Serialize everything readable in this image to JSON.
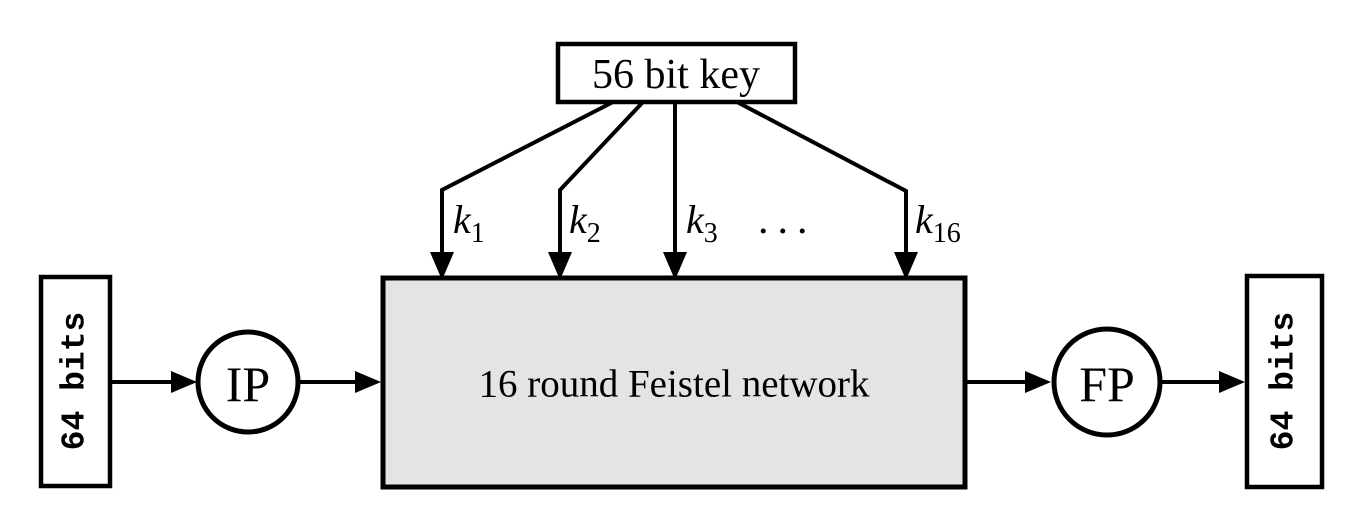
{
  "colors": {
    "line": "#000000",
    "feistel_fill": "#e4e4e4",
    "box_fill": "#ffffff",
    "background": "#ffffff"
  },
  "key_box": {
    "label": "56 bit key"
  },
  "round_keys": [
    {
      "base": "k",
      "sub": "1"
    },
    {
      "base": "k",
      "sub": "2"
    },
    {
      "base": "k",
      "sub": "3"
    },
    {
      "base": "k",
      "sub": "16"
    }
  ],
  "ellipsis": "...",
  "feistel_box": {
    "label": "16 round Feistel network"
  },
  "nodes": {
    "ip": "IP",
    "fp": "FP"
  },
  "input_box": {
    "label": "64 bits"
  },
  "output_box": {
    "label": "64 bits"
  }
}
